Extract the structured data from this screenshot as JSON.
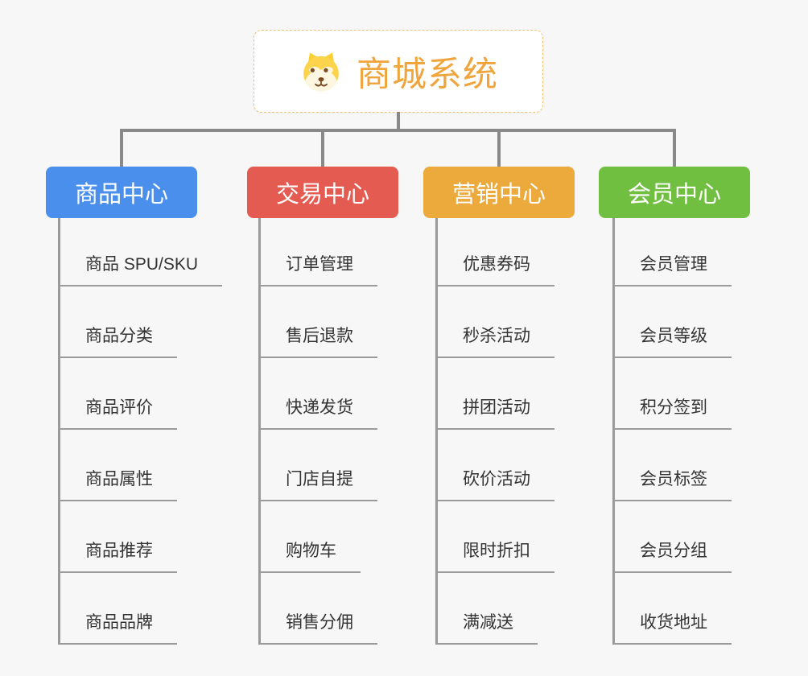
{
  "root": {
    "label": "商城系统",
    "icon": "dog-face-icon",
    "accent_color": "#f0a53c",
    "border_color": "#f2c36f"
  },
  "colors": {
    "background": "#f7f7f7",
    "connector": "#898989",
    "underline": "#9a9a9a",
    "leaf_text": "#333333",
    "branch_text": "#ffffff"
  },
  "branches": [
    {
      "label": "商品中心",
      "color": "#4a8fec",
      "children": [
        "商品 SPU/SKU",
        "商品分类",
        "商品评价",
        "商品属性",
        "商品推荐",
        "商品品牌"
      ]
    },
    {
      "label": "交易中心",
      "color": "#e45b52",
      "children": [
        "订单管理",
        "售后退款",
        "快递发货",
        "门店自提",
        "购物车",
        "销售分佣"
      ]
    },
    {
      "label": "营销中心",
      "color": "#ecaa3d",
      "children": [
        "优惠券码",
        "秒杀活动",
        "拼团活动",
        "砍价活动",
        "限时折扣",
        "满减送"
      ]
    },
    {
      "label": "会员中心",
      "color": "#71bf40",
      "children": [
        "会员管理",
        "会员等级",
        "积分签到",
        "会员标签",
        "会员分组",
        "收货地址"
      ]
    }
  ]
}
